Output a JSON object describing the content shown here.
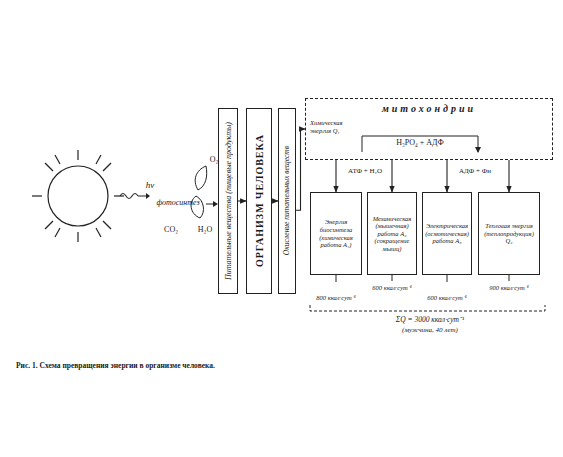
{
  "diagram": {
    "caption": "Рис. 1. Схема превращения энергии в организме человека.",
    "nodes": [
      {
        "text": [
          "Питательные вещества (пищевые продукты)"
        ]
      },
      {
        "text": [
          "ОРГАНИЗМ ЧЕЛОВЕКА"
        ]
      },
      {
        "text": [
          "Окисление питательных веществ"
        ]
      },
      {
        "text": [
          "митохондрии",
          "Химическая энергия Q₁"
        ]
      },
      {
        "text": [
          "Энергия биосинтеза (химическая работа А₁)"
        ]
      },
      {
        "text": [
          "Механическая (мышечная) работа А₂ (сокращение мышц)"
        ]
      },
      {
        "text": [
          "Электрическая (осмотическая) работа А₃"
        ]
      },
      {
        "text": [
          "Тепловая энергия (теплопродукция) Q₂"
        ]
      }
    ],
    "edges": [
      {
        "from": 0,
        "to": 1,
        "arrow": "to"
      },
      {
        "from": 1,
        "to": 2,
        "arrow": "to"
      },
      {
        "from": 2,
        "to": 3,
        "arrow": "to"
      },
      {
        "from": 3,
        "to": 4,
        "arrow": "to"
      },
      {
        "from": 3,
        "to": 5,
        "arrow": "to"
      },
      {
        "from": 3,
        "to": 6,
        "arrow": "to"
      },
      {
        "from": 3,
        "to": 7,
        "arrow": "to"
      }
    ],
    "labels": [
      "hν",
      "фотосинтез",
      "O₂",
      "CO₂",
      "H₂O",
      "H₃PO₄ + АДФ",
      "АТФ + H₂O",
      "АДФ + Фн",
      "800 ккал·сут⁻¹",
      "600 ккал·сут⁻¹",
      "600 ккал·сут⁻¹",
      "900 ккал·сут⁻¹",
      "ΣQ = 3000 ккал·сут⁻¹",
      "(мужчина, 40 лет)"
    ]
  }
}
